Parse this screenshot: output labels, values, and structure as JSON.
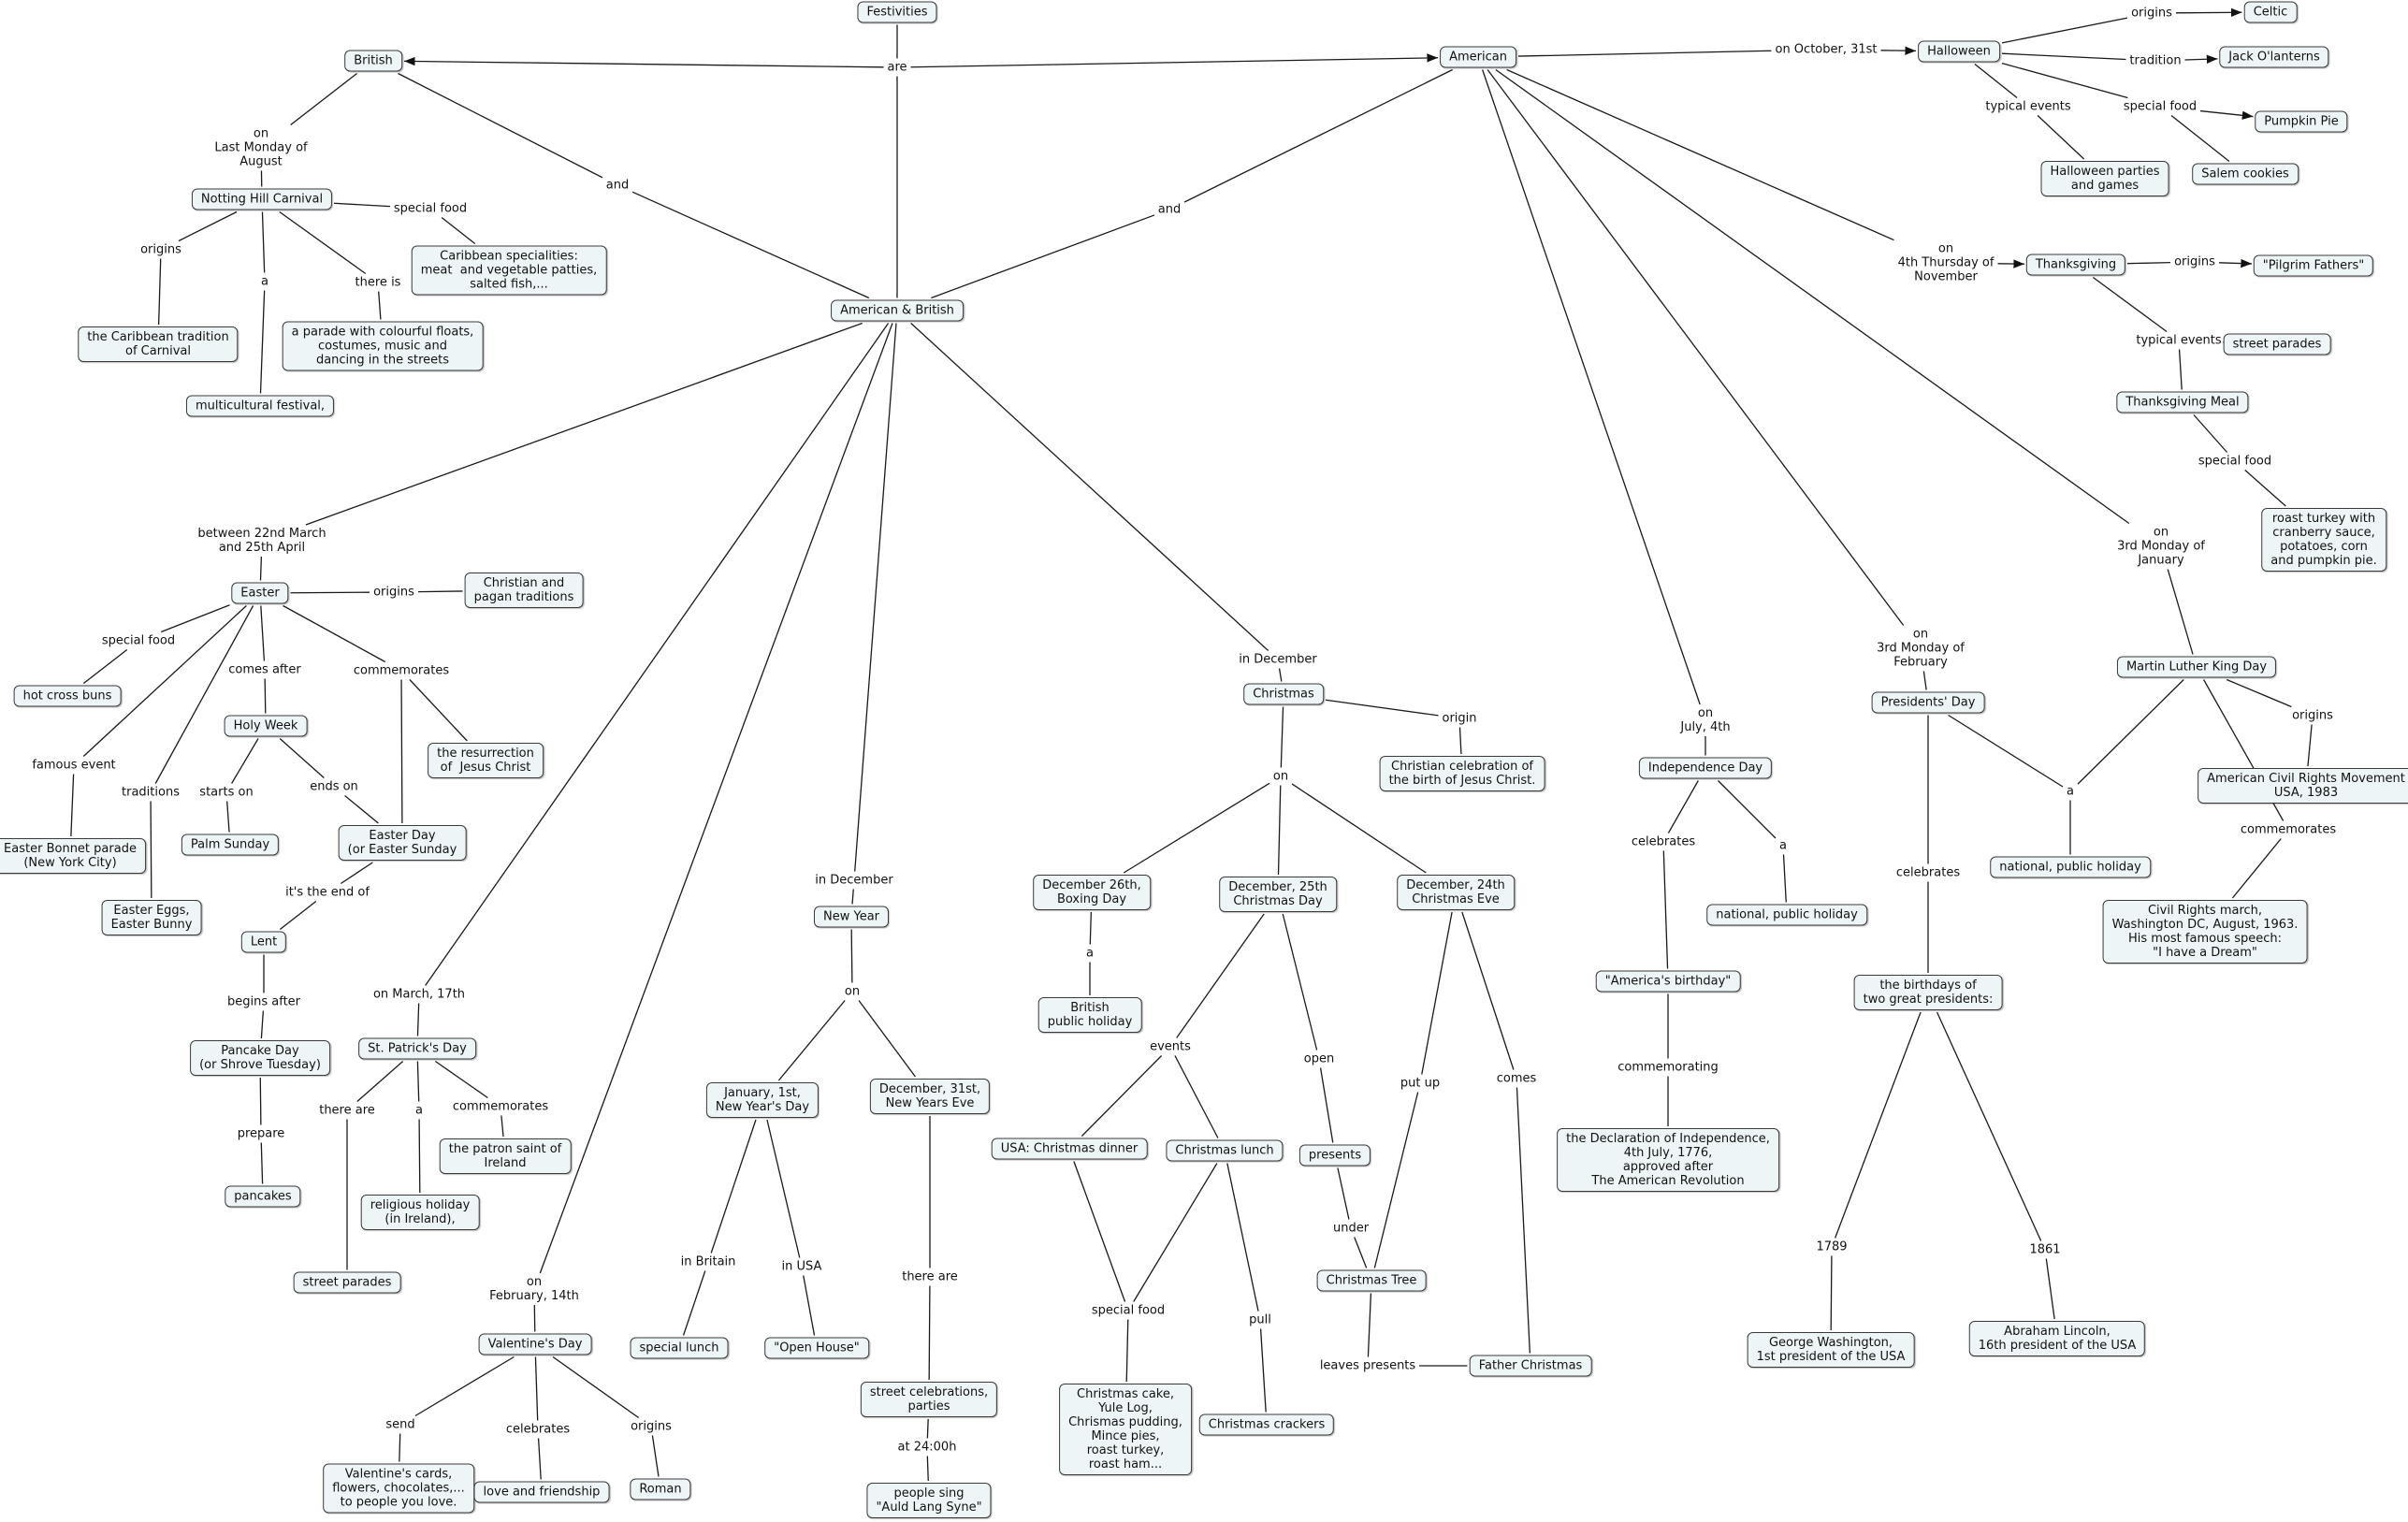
{
  "nodes": [
    {
      "id": "festivities",
      "text": "Festivities"
    },
    {
      "id": "british",
      "text": "British"
    },
    {
      "id": "american",
      "text": "American"
    },
    {
      "id": "amer_brit",
      "text": "American & British"
    },
    {
      "id": "halloween",
      "text": "Halloween"
    },
    {
      "id": "celtic",
      "text": "Celtic"
    },
    {
      "id": "jack",
      "text": "Jack O'lanterns"
    },
    {
      "id": "pumpkin_pie",
      "text": "Pumpkin Pie"
    },
    {
      "id": "halloween_parties",
      "text": "Halloween parties\nand games"
    },
    {
      "id": "salem",
      "text": "Salem cookies"
    },
    {
      "id": "thanksgiving",
      "text": "Thanksgiving"
    },
    {
      "id": "pilgrim",
      "text": "\"Pilgrim Fathers\""
    },
    {
      "id": "street_parades_tg",
      "text": "street parades"
    },
    {
      "id": "tg_meal",
      "text": "Thanksgiving Meal"
    },
    {
      "id": "roast_turkey",
      "text": "roast turkey with\ncranberry sauce,\npotatoes, corn\nand pumpkin pie."
    },
    {
      "id": "mlk",
      "text": "Martin Luther King Day"
    },
    {
      "id": "civil_rights_mov",
      "text": "American Civil Rights Movement\nUSA, 1983"
    },
    {
      "id": "civil_rights_march",
      "text": "Civil Rights march,\nWashington DC, August, 1963.\nHis most famous speech:\n\"I have a Dream\""
    },
    {
      "id": "presidents_day",
      "text": "Presidents' Day"
    },
    {
      "id": "national_holiday_1",
      "text": "national, public holiday"
    },
    {
      "id": "birthdays",
      "text": "the birthdays of\ntwo great presidents:"
    },
    {
      "id": "washington",
      "text": "George Washington,\n1st president of the USA"
    },
    {
      "id": "lincoln",
      "text": "Abraham Lincoln,\n16th president of the USA"
    },
    {
      "id": "independence_day",
      "text": "Independence Day"
    },
    {
      "id": "americas_bday",
      "text": "\"America's birthday\""
    },
    {
      "id": "national_holiday_2",
      "text": "national, public holiday"
    },
    {
      "id": "declaration",
      "text": "the Declaration of Independence,\n4th July, 1776,\napproved after\nThe American Revolution"
    },
    {
      "id": "notting_hill",
      "text": "Notting Hill Carnival"
    },
    {
      "id": "caribbean_spec",
      "text": "Caribbean specialities:\nmeat  and vegetable patties,\nsalted fish,..."
    },
    {
      "id": "caribbean_trad",
      "text": "the Caribbean tradition\nof Carnival"
    },
    {
      "id": "parade_floats",
      "text": "a parade with colourful floats,\ncostumes, music and\ndancing in the streets"
    },
    {
      "id": "multicultural",
      "text": "multicultural festival,"
    },
    {
      "id": "easter",
      "text": "Easter"
    },
    {
      "id": "christian_pagan",
      "text": "Christian and\npagan traditions"
    },
    {
      "id": "hot_cross",
      "text": "hot cross buns"
    },
    {
      "id": "holy_week",
      "text": "Holy Week"
    },
    {
      "id": "resurrection",
      "text": "the resurrection\nof  Jesus Christ"
    },
    {
      "id": "easter_bonnet",
      "text": "Easter Bonnet parade\n(New York City)"
    },
    {
      "id": "palm_sunday",
      "text": "Palm Sunday"
    },
    {
      "id": "easter_day",
      "text": "Easter Day\n(or Easter Sunday"
    },
    {
      "id": "easter_eggs",
      "text": "Easter Eggs,\nEaster Bunny"
    },
    {
      "id": "lent",
      "text": "Lent"
    },
    {
      "id": "pancake_day",
      "text": "Pancake Day\n(or Shrove Tuesday)"
    },
    {
      "id": "pancakes",
      "text": "pancakes"
    },
    {
      "id": "st_patrick",
      "text": "St. Patrick's Day"
    },
    {
      "id": "patron_saint",
      "text": "the patron saint of\nIreland"
    },
    {
      "id": "religious_holiday",
      "text": "religious holiday\n(in Ireland),"
    },
    {
      "id": "street_parades_sp",
      "text": "street parades"
    },
    {
      "id": "valentine",
      "text": "Valentine's Day"
    },
    {
      "id": "valentine_cards",
      "text": "Valentine's cards,\nflowers, chocolates,...\nto people you love."
    },
    {
      "id": "love_friendship",
      "text": "love and friendship"
    },
    {
      "id": "roman",
      "text": "Roman"
    },
    {
      "id": "new_year",
      "text": "New Year"
    },
    {
      "id": "jan_1",
      "text": "January, 1st,\nNew Year's Day"
    },
    {
      "id": "dec_31",
      "text": "December, 31st,\nNew Years Eve"
    },
    {
      "id": "special_lunch",
      "text": "special lunch"
    },
    {
      "id": "open_house",
      "text": "\"Open House\""
    },
    {
      "id": "street_celebrations",
      "text": "street celebrations,\nparties"
    },
    {
      "id": "auld_lang_syne",
      "text": "people sing\n\"Auld Lang Syne\""
    },
    {
      "id": "christmas",
      "text": "Christmas"
    },
    {
      "id": "christian_celebration",
      "text": "Christian celebration of\nthe birth of Jesus Christ."
    },
    {
      "id": "dec_26",
      "text": "December 26th,\nBoxing Day"
    },
    {
      "id": "dec_25",
      "text": "December, 25th\nChristmas Day"
    },
    {
      "id": "dec_24",
      "text": "December, 24th\nChristmas Eve"
    },
    {
      "id": "british_ph",
      "text": "British\npublic holiday"
    },
    {
      "id": "usa_dinner",
      "text": "USA: Christmas dinner"
    },
    {
      "id": "xmas_lunch",
      "text": "Christmas lunch"
    },
    {
      "id": "presents",
      "text": "presents"
    },
    {
      "id": "xmas_tree",
      "text": "Christmas Tree"
    },
    {
      "id": "father_xmas",
      "text": "Father Christmas"
    },
    {
      "id": "xmas_cake",
      "text": "Christmas cake,\nYule Log,\nChrismas pudding,\nMince pies,\nroast turkey,\nroast ham..."
    },
    {
      "id": "xmas_crackers",
      "text": "Christmas crackers"
    }
  ],
  "labels": [
    {
      "id": "are",
      "text": "are"
    },
    {
      "id": "and_left",
      "text": "and"
    },
    {
      "id": "and_right",
      "text": "and"
    },
    {
      "id": "on_oct31",
      "text": "on October, 31st"
    },
    {
      "id": "hw_origins",
      "text": "origins"
    },
    {
      "id": "hw_tradition",
      "text": "tradition"
    },
    {
      "id": "hw_special_food",
      "text": "special food"
    },
    {
      "id": "hw_typical_events",
      "text": "typical events"
    },
    {
      "id": "on_4th_thu",
      "text": "on\n4th Thursday of\nNovember"
    },
    {
      "id": "tg_origins",
      "text": "origins"
    },
    {
      "id": "tg_typical_events",
      "text": "typical events"
    },
    {
      "id": "tg_special_food",
      "text": "special food"
    },
    {
      "id": "on_3rd_jan",
      "text": "on\n3rd Monday of\nJanuary"
    },
    {
      "id": "mlk_origins",
      "text": "origins"
    },
    {
      "id": "mlk_commemorates",
      "text": "commemorates"
    },
    {
      "id": "on_3rd_feb",
      "text": "on\n3rd Monday of\nFebruary"
    },
    {
      "id": "pd_a",
      "text": "a"
    },
    {
      "id": "pd_celebrates",
      "text": "celebrates"
    },
    {
      "id": "year_1789",
      "text": "1789"
    },
    {
      "id": "year_1861",
      "text": "1861"
    },
    {
      "id": "on_july4",
      "text": "on\nJuly, 4th"
    },
    {
      "id": "id_celebrates",
      "text": "celebrates"
    },
    {
      "id": "id_a",
      "text": "a"
    },
    {
      "id": "id_commemorating",
      "text": "commemorating"
    },
    {
      "id": "on_last_monday",
      "text": "on\nLast Monday of\nAugust"
    },
    {
      "id": "nh_special_food",
      "text": "special food"
    },
    {
      "id": "nh_origins",
      "text": "origins"
    },
    {
      "id": "nh_a",
      "text": "a"
    },
    {
      "id": "nh_there_is",
      "text": "there is"
    },
    {
      "id": "between_march_april",
      "text": "between 22nd March\nand 25th April"
    },
    {
      "id": "ea_origins",
      "text": "origins"
    },
    {
      "id": "ea_special_food",
      "text": "special food"
    },
    {
      "id": "ea_comes_after",
      "text": "comes after"
    },
    {
      "id": "ea_commemorates",
      "text": "commemorates"
    },
    {
      "id": "ea_famous_event",
      "text": "famous event"
    },
    {
      "id": "ea_traditions",
      "text": "traditions"
    },
    {
      "id": "hw_starts_on",
      "text": "starts on"
    },
    {
      "id": "hw_ends_on",
      "text": "ends on"
    },
    {
      "id": "its_the_end_of",
      "text": "it's the end of"
    },
    {
      "id": "begins_after",
      "text": "begins after"
    },
    {
      "id": "prepare",
      "text": "prepare"
    },
    {
      "id": "on_march17",
      "text": "on March, 17th"
    },
    {
      "id": "sp_there_are",
      "text": "there are"
    },
    {
      "id": "sp_a",
      "text": "a"
    },
    {
      "id": "sp_commemorates",
      "text": "commemorates"
    },
    {
      "id": "on_feb14",
      "text": "on\nFebruary, 14th"
    },
    {
      "id": "vd_send",
      "text": "send"
    },
    {
      "id": "vd_celebrates",
      "text": "celebrates"
    },
    {
      "id": "vd_origins",
      "text": "origins"
    },
    {
      "id": "ny_in_december",
      "text": "in December"
    },
    {
      "id": "ny_on",
      "text": "on"
    },
    {
      "id": "in_britain",
      "text": "in Britain"
    },
    {
      "id": "in_usa",
      "text": "in USA"
    },
    {
      "id": "ny_there_are",
      "text": "there are"
    },
    {
      "id": "at_2400",
      "text": "at 24:00h"
    },
    {
      "id": "xm_in_december",
      "text": "in December"
    },
    {
      "id": "xm_origin",
      "text": "origin"
    },
    {
      "id": "xm_on",
      "text": "on"
    },
    {
      "id": "bd_a",
      "text": "a"
    },
    {
      "id": "xm_events",
      "text": "events"
    },
    {
      "id": "xm_open",
      "text": "open"
    },
    {
      "id": "xm_put_up",
      "text": "put up"
    },
    {
      "id": "xm_comes",
      "text": "comes"
    },
    {
      "id": "xm_under",
      "text": "under"
    },
    {
      "id": "xm_special_food",
      "text": "special food"
    },
    {
      "id": "xm_pull",
      "text": "pull"
    },
    {
      "id": "leaves_presents",
      "text": "leaves presents"
    }
  ],
  "edges": [
    [
      "festivities",
      "are"
    ],
    [
      "are",
      "british",
      "arrow"
    ],
    [
      "are",
      "american",
      "arrow"
    ],
    [
      "british",
      "and_left"
    ],
    [
      "and_left",
      "amer_brit"
    ],
    [
      "american",
      "and_right"
    ],
    [
      "and_right",
      "amer_brit"
    ],
    [
      "are",
      "amer_brit"
    ],
    [
      "american",
      "on_oct31"
    ],
    [
      "on_oct31",
      "halloween",
      "arrow"
    ],
    [
      "halloween",
      "hw_origins"
    ],
    [
      "hw_origins",
      "celtic",
      "arrow"
    ],
    [
      "halloween",
      "hw_tradition"
    ],
    [
      "hw_tradition",
      "jack",
      "arrow"
    ],
    [
      "halloween",
      "hw_special_food"
    ],
    [
      "hw_special_food",
      "pumpkin_pie",
      "arrow"
    ],
    [
      "halloween",
      "hw_typical_events"
    ],
    [
      "hw_typical_events",
      "halloween_parties"
    ],
    [
      "hw_special_food",
      "salem"
    ],
    [
      "american",
      "on_4th_thu"
    ],
    [
      "on_4th_thu",
      "thanksgiving",
      "arrow"
    ],
    [
      "thanksgiving",
      "tg_origins"
    ],
    [
      "tg_origins",
      "pilgrim",
      "arrow"
    ],
    [
      "thanksgiving",
      "tg_typical_events"
    ],
    [
      "tg_typical_events",
      "street_parades_tg",
      "arrow"
    ],
    [
      "tg_typical_events",
      "tg_meal"
    ],
    [
      "tg_meal",
      "tg_special_food"
    ],
    [
      "tg_special_food",
      "roast_turkey"
    ],
    [
      "american",
      "on_3rd_jan"
    ],
    [
      "on_3rd_jan",
      "mlk"
    ],
    [
      "mlk",
      "mlk_origins"
    ],
    [
      "mlk_origins",
      "civil_rights_mov"
    ],
    [
      "mlk",
      "mlk_commemorates"
    ],
    [
      "mlk_commemorates",
      "civil_rights_march"
    ],
    [
      "mlk",
      "pd_a"
    ],
    [
      "american",
      "on_3rd_feb"
    ],
    [
      "on_3rd_feb",
      "presidents_day"
    ],
    [
      "presidents_day",
      "pd_a"
    ],
    [
      "pd_a",
      "national_holiday_1"
    ],
    [
      "presidents_day",
      "pd_celebrates"
    ],
    [
      "pd_celebrates",
      "birthdays"
    ],
    [
      "birthdays",
      "year_1789"
    ],
    [
      "year_1789",
      "washington"
    ],
    [
      "birthdays",
      "year_1861"
    ],
    [
      "year_1861",
      "lincoln"
    ],
    [
      "american",
      "on_july4"
    ],
    [
      "on_july4",
      "independence_day"
    ],
    [
      "independence_day",
      "id_celebrates"
    ],
    [
      "id_celebrates",
      "americas_bday"
    ],
    [
      "independence_day",
      "id_a"
    ],
    [
      "id_a",
      "national_holiday_2"
    ],
    [
      "americas_bday",
      "id_commemorating"
    ],
    [
      "id_commemorating",
      "declaration"
    ],
    [
      "british",
      "on_last_monday"
    ],
    [
      "on_last_monday",
      "notting_hill"
    ],
    [
      "notting_hill",
      "nh_special_food"
    ],
    [
      "nh_special_food",
      "caribbean_spec"
    ],
    [
      "notting_hill",
      "nh_origins"
    ],
    [
      "nh_origins",
      "caribbean_trad"
    ],
    [
      "notting_hill",
      "nh_a"
    ],
    [
      "nh_a",
      "multicultural"
    ],
    [
      "notting_hill",
      "nh_there_is"
    ],
    [
      "nh_there_is",
      "parade_floats"
    ],
    [
      "amer_brit",
      "between_march_april"
    ],
    [
      "between_march_april",
      "easter"
    ],
    [
      "easter",
      "ea_origins"
    ],
    [
      "ea_origins",
      "christian_pagan"
    ],
    [
      "easter",
      "ea_special_food"
    ],
    [
      "ea_special_food",
      "hot_cross"
    ],
    [
      "easter",
      "ea_comes_after"
    ],
    [
      "ea_comes_after",
      "holy_week"
    ],
    [
      "easter",
      "ea_commemorates"
    ],
    [
      "ea_commemorates",
      "resurrection"
    ],
    [
      "ea_commemorates",
      "easter_day"
    ],
    [
      "easter",
      "ea_famous_event"
    ],
    [
      "ea_famous_event",
      "easter_bonnet"
    ],
    [
      "easter",
      "ea_traditions"
    ],
    [
      "ea_traditions",
      "easter_eggs"
    ],
    [
      "holy_week",
      "hw_starts_on"
    ],
    [
      "hw_starts_on",
      "palm_sunday"
    ],
    [
      "holy_week",
      "hw_ends_on"
    ],
    [
      "hw_ends_on",
      "easter_day"
    ],
    [
      "easter_day",
      "its_the_end_of"
    ],
    [
      "its_the_end_of",
      "lent"
    ],
    [
      "lent",
      "begins_after"
    ],
    [
      "begins_after",
      "pancake_day"
    ],
    [
      "pancake_day",
      "prepare"
    ],
    [
      "prepare",
      "pancakes"
    ],
    [
      "amer_brit",
      "on_march17"
    ],
    [
      "on_march17",
      "st_patrick"
    ],
    [
      "st_patrick",
      "sp_there_are"
    ],
    [
      "sp_there_are",
      "street_parades_sp"
    ],
    [
      "st_patrick",
      "sp_a"
    ],
    [
      "sp_a",
      "religious_holiday"
    ],
    [
      "st_patrick",
      "sp_commemorates"
    ],
    [
      "sp_commemorates",
      "patron_saint"
    ],
    [
      "amer_brit",
      "on_feb14"
    ],
    [
      "on_feb14",
      "valentine"
    ],
    [
      "valentine",
      "vd_send"
    ],
    [
      "vd_send",
      "valentine_cards"
    ],
    [
      "valentine",
      "vd_celebrates"
    ],
    [
      "vd_celebrates",
      "love_friendship"
    ],
    [
      "valentine",
      "vd_origins"
    ],
    [
      "vd_origins",
      "roman"
    ],
    [
      "amer_brit",
      "ny_in_december"
    ],
    [
      "ny_in_december",
      "new_year"
    ],
    [
      "new_year",
      "ny_on"
    ],
    [
      "ny_on",
      "jan_1"
    ],
    [
      "ny_on",
      "dec_31"
    ],
    [
      "jan_1",
      "in_britain"
    ],
    [
      "in_britain",
      "special_lunch"
    ],
    [
      "jan_1",
      "in_usa"
    ],
    [
      "in_usa",
      "open_house"
    ],
    [
      "dec_31",
      "ny_there_are"
    ],
    [
      "ny_there_are",
      "street_celebrations"
    ],
    [
      "street_celebrations",
      "at_2400"
    ],
    [
      "at_2400",
      "auld_lang_syne"
    ],
    [
      "amer_brit",
      "xm_in_december"
    ],
    [
      "xm_in_december",
      "christmas"
    ],
    [
      "christmas",
      "xm_origin"
    ],
    [
      "xm_origin",
      "christian_celebration"
    ],
    [
      "christmas",
      "xm_on"
    ],
    [
      "xm_on",
      "dec_26"
    ],
    [
      "xm_on",
      "dec_25"
    ],
    [
      "xm_on",
      "dec_24"
    ],
    [
      "dec_26",
      "bd_a"
    ],
    [
      "bd_a",
      "british_ph"
    ],
    [
      "dec_25",
      "xm_events"
    ],
    [
      "xm_events",
      "usa_dinner"
    ],
    [
      "xm_events",
      "xmas_lunch"
    ],
    [
      "dec_25",
      "xm_open"
    ],
    [
      "xm_open",
      "presents"
    ],
    [
      "presents",
      "xm_under"
    ],
    [
      "xm_under",
      "xmas_tree"
    ],
    [
      "dec_24",
      "xm_put_up"
    ],
    [
      "xm_put_up",
      "xmas_tree"
    ],
    [
      "dec_24",
      "xm_comes"
    ],
    [
      "xm_comes",
      "father_xmas"
    ],
    [
      "usa_dinner",
      "xm_special_food"
    ],
    [
      "xmas_lunch",
      "xm_special_food"
    ],
    [
      "xm_special_food",
      "xmas_cake"
    ],
    [
      "xmas_lunch",
      "xm_pull"
    ],
    [
      "xm_pull",
      "xmas_crackers"
    ],
    [
      "xmas_tree",
      "leaves_presents"
    ],
    [
      "leaves_presents",
      "father_xmas"
    ]
  ]
}
